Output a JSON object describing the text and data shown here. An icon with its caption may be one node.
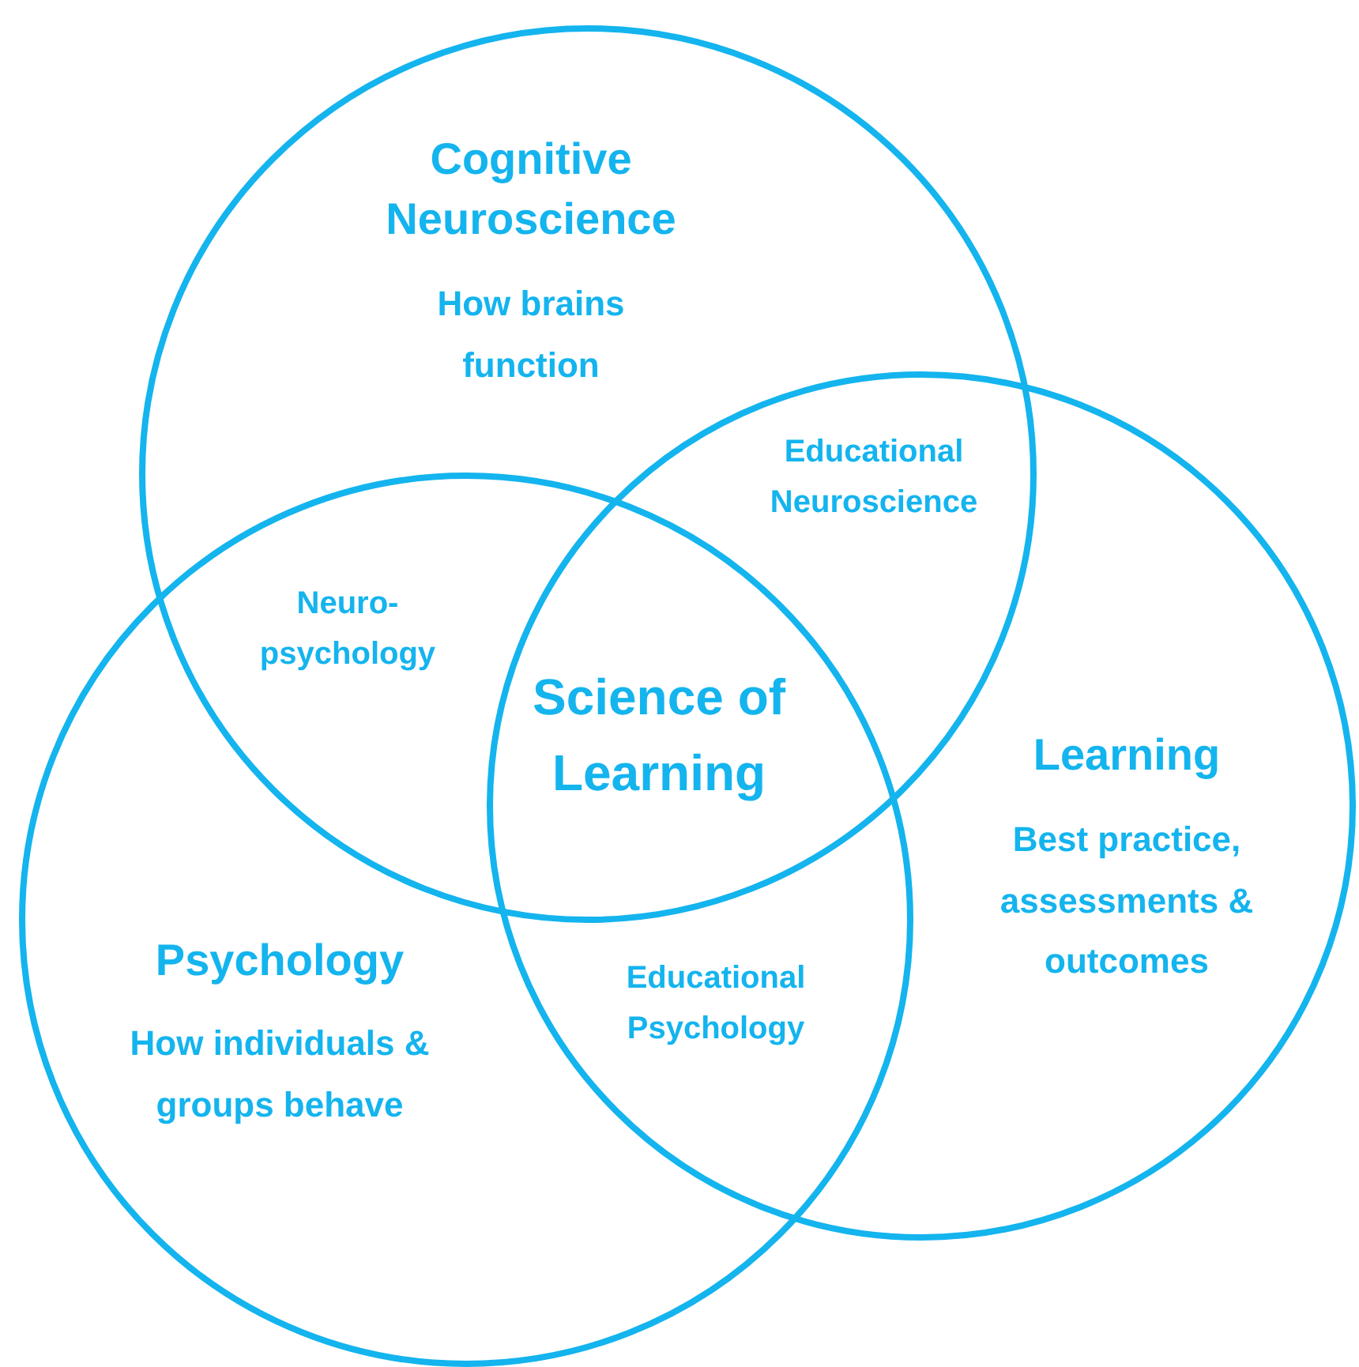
{
  "diagram": {
    "nodes": [
      {
        "text": [
          "Cognitive Neuroscience",
          "How brains function"
        ]
      },
      {
        "text": [
          "Learning",
          "Best practice, assessments & outcomes"
        ]
      },
      {
        "text": [
          "Psychology",
          "How individuals & groups behave"
        ]
      }
    ],
    "labels": [
      "Educational Neuroscience",
      "Neuro- psychology",
      "Science of Learning",
      "Educational Psychology"
    ]
  }
}
